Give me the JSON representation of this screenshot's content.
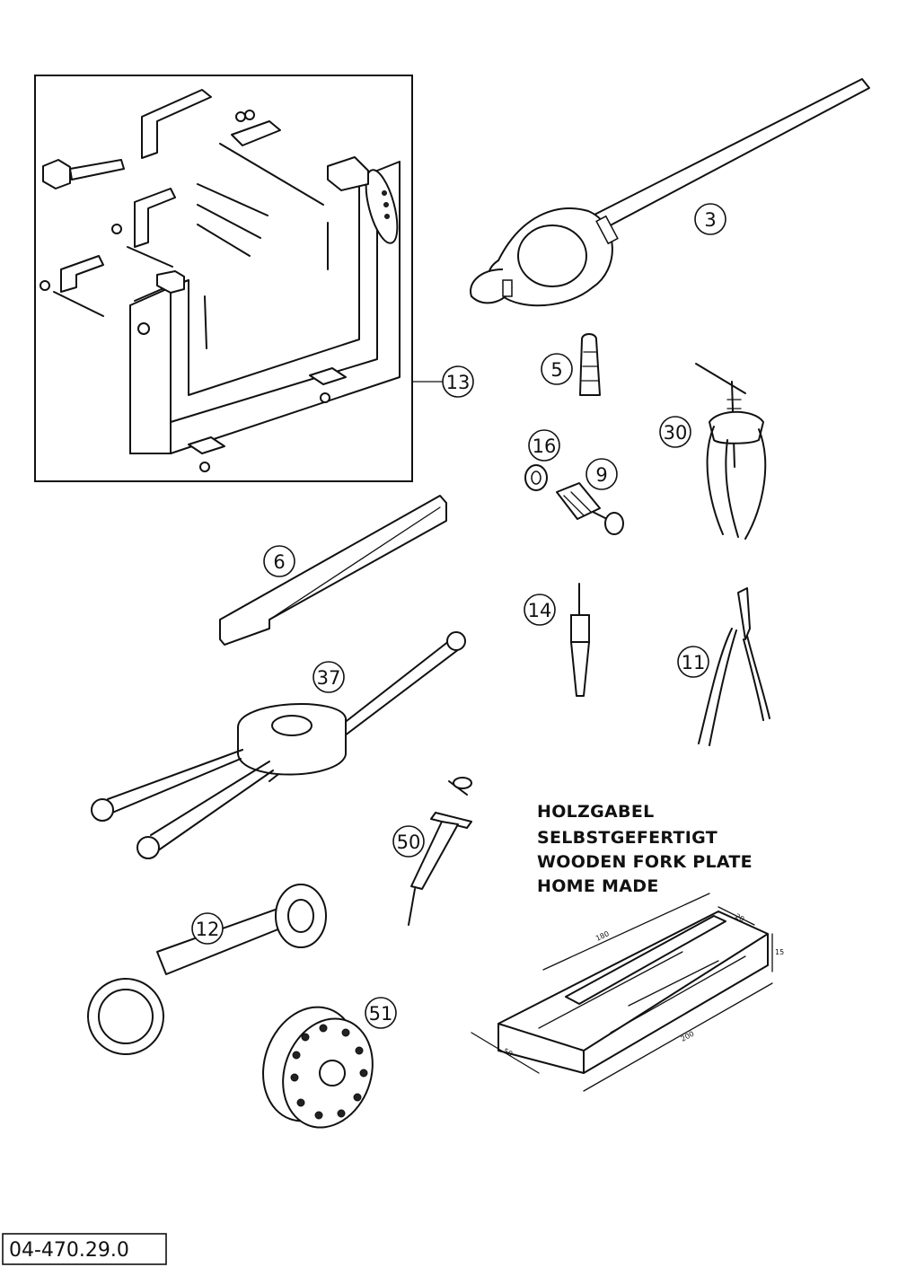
{
  "callouts": {
    "c3": "3",
    "c5": "5",
    "c6": "6",
    "c9": "9",
    "c11": "11",
    "c12": "12",
    "c13": "13",
    "c14": "14",
    "c16": "16",
    "c30": "30",
    "c37": "37",
    "c50": "50",
    "c51": "51"
  },
  "note": {
    "line1": "HOLZGABEL",
    "line2": "SELBSTGEFERTIGT",
    "line3": "WOODEN FORK PLATE",
    "line4": "HOME MADE"
  },
  "dimensions": {
    "length_top": "180",
    "width_slot": "20",
    "height": "15",
    "width": "50",
    "length": "200"
  },
  "document_number": "04-470.29.0"
}
